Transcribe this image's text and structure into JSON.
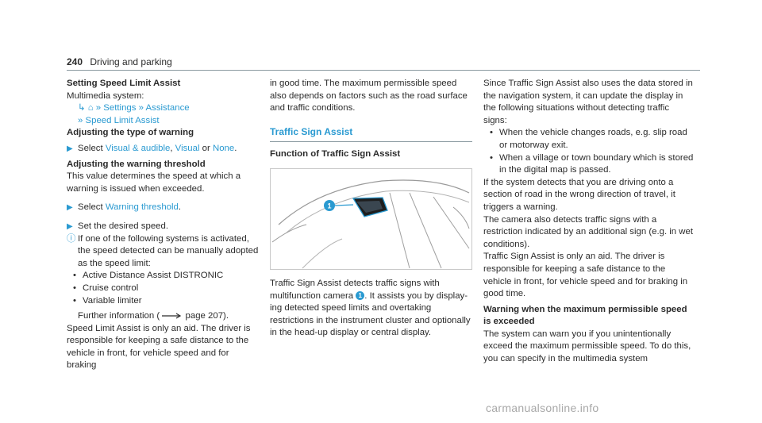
{
  "header": {
    "page_number": "240",
    "title": "Driving and parking"
  },
  "col1": {
    "heading1": "Setting Speed Limit Assist",
    "menu_intro": "Multimedia system:",
    "path_settings": "Settings",
    "path_assistance": "Assistance",
    "path_sla": "Speed Limit Assist",
    "heading2": "Adjusting the type of warning",
    "select_word": "Select",
    "opt1": "Visual & audible",
    "comma": ",",
    "opt2": "Visual",
    "or_word": "or",
    "opt3": "None",
    "period": ".",
    "heading3": "Adjusting the warning threshold",
    "threshold_desc": "This value determines the speed at which a warning is issued when exceeded.",
    "select_word2": "Select",
    "opt_threshold": "Warning threshold",
    "period2": ".",
    "set_speed": "Set the desired speed.",
    "note": "If one of the following systems is activated, the speed detected can be manually adopted as the speed limit:",
    "bullets": [
      "Active Distance Assist DISTRONIC",
      "Cruise control",
      "Variable limiter"
    ],
    "further_pre": "Further information (",
    "further_page": "page 207).",
    "final": "Speed Limit Assist is only an aid. The driver is responsible for keeping a safe distance to the vehicle in front, for vehicle speed and for braking"
  },
  "col2": {
    "cont": "in good time. The maximum permissible speed also depends on factors such as the road surface and traffic conditions.",
    "section": "Traffic Sign Assist",
    "subheading": "Function of Traffic Sign Assist",
    "callout": "1",
    "desc_a": "Traffic Sign Assist detects traffic signs with multifunction camera",
    "desc_num": "1",
    "desc_b": ". It assists you by display­ing detected speed limits and overtaking restrictions in the instrument cluster and optionally in the head-up display or central display."
  },
  "col3": {
    "p1": "Since Traffic Sign Assist also uses the data stored in the navigation system, it can update the display in the following situations without detecting traffic signs:",
    "bullets": [
      "When the vehicle changes roads, e.g. slip road or motorway exit.",
      "When a village or town boundary which is stored in the digital map is passed."
    ],
    "p2": "If the system detects that you are driving onto a section of road in the wrong direction of travel, it triggers a warning.",
    "p3": "The camera also detects traffic signs with a restriction indicated by an additional sign (e.g. in wet conditions).",
    "p4": "Traffic Sign Assist is only an aid. The driver is responsible for keeping a safe distance to the vehicle in front, for vehicle speed and for braking in good time.",
    "heading": "Warning when the maximum permissible speed is exceeded",
    "p5": "The system can warn you if you unintentionally exceed the maximum permissible speed. To do this, you can specify in the multimedia system"
  },
  "watermark": "carmanualsonline.info"
}
